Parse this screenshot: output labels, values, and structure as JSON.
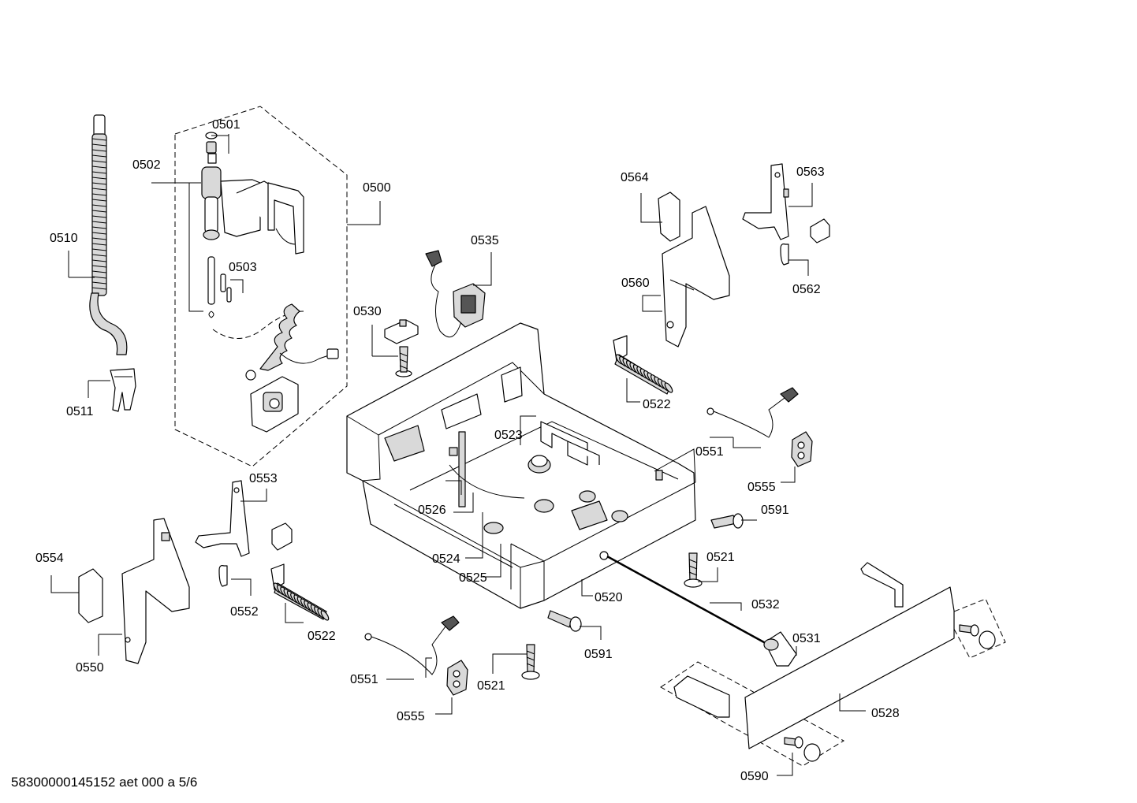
{
  "diagram": {
    "footer": "58300000145152 aet 000 a 5/6",
    "labels": {
      "p0500": "0500",
      "p0501": "0501",
      "p0502": "0502",
      "p0503": "0503",
      "p0510": "0510",
      "p0511": "0511",
      "p0520": "0520",
      "p0521a": "0521",
      "p0521b": "0521",
      "p0522a": "0522",
      "p0522b": "0522",
      "p0523": "0523",
      "p0524": "0524",
      "p0525": "0525",
      "p0526": "0526",
      "p0528": "0528",
      "p0530": "0530",
      "p0531": "0531",
      "p0532": "0532",
      "p0535": "0535",
      "p0550": "0550",
      "p0551a": "0551",
      "p0551b": "0551",
      "p0552": "0552",
      "p0553": "0553",
      "p0554": "0554",
      "p0555a": "0555",
      "p0555b": "0555",
      "p0560": "0560",
      "p0562": "0562",
      "p0563": "0563",
      "p0564": "0564",
      "p0590": "0590",
      "p0591a": "0591",
      "p0591b": "0591"
    }
  }
}
